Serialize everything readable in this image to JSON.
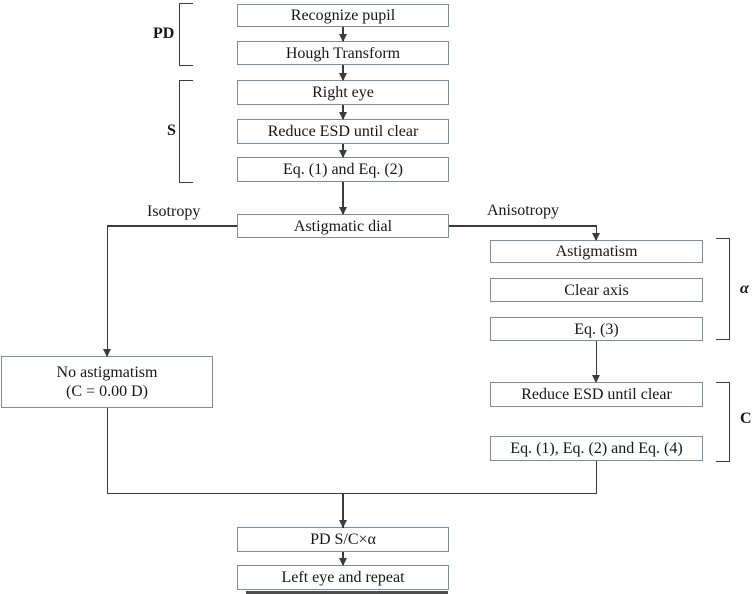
{
  "diagram": {
    "nodes": {
      "recognize_pupil": "Recognize pupil",
      "hough_transform": "Hough Transform",
      "right_eye": "Right eye",
      "reduce_esd_s": "Reduce ESD until clear",
      "eq_1_and_2": "Eq. (1) and Eq. (2)",
      "astigmatic_dial": "Astigmatic dial",
      "astigmatism": "Astigmatism",
      "clear_axis": "Clear axis",
      "eq_3": "Eq. (3)",
      "reduce_esd_c": "Reduce ESD until clear",
      "eq_1_2_and_4": "Eq. (1), Eq. (2) and Eq. (4)",
      "no_astigmatism_line1": "No astigmatism",
      "no_astigmatism_line2": "(C = 0.00 D)",
      "pd_formula": "PD S/C×α",
      "left_eye_repeat": "Left eye and repeat"
    },
    "branch_labels": {
      "left": "Isotropy",
      "right": "Anisotropy"
    },
    "bracket_labels": {
      "pd": "PD",
      "s": "S",
      "alpha": "α",
      "c": "C"
    },
    "colors": {
      "box_border": "#7e8ca3",
      "line": "#3b3b3b",
      "text": "#161616",
      "background": "#ffffff"
    }
  }
}
